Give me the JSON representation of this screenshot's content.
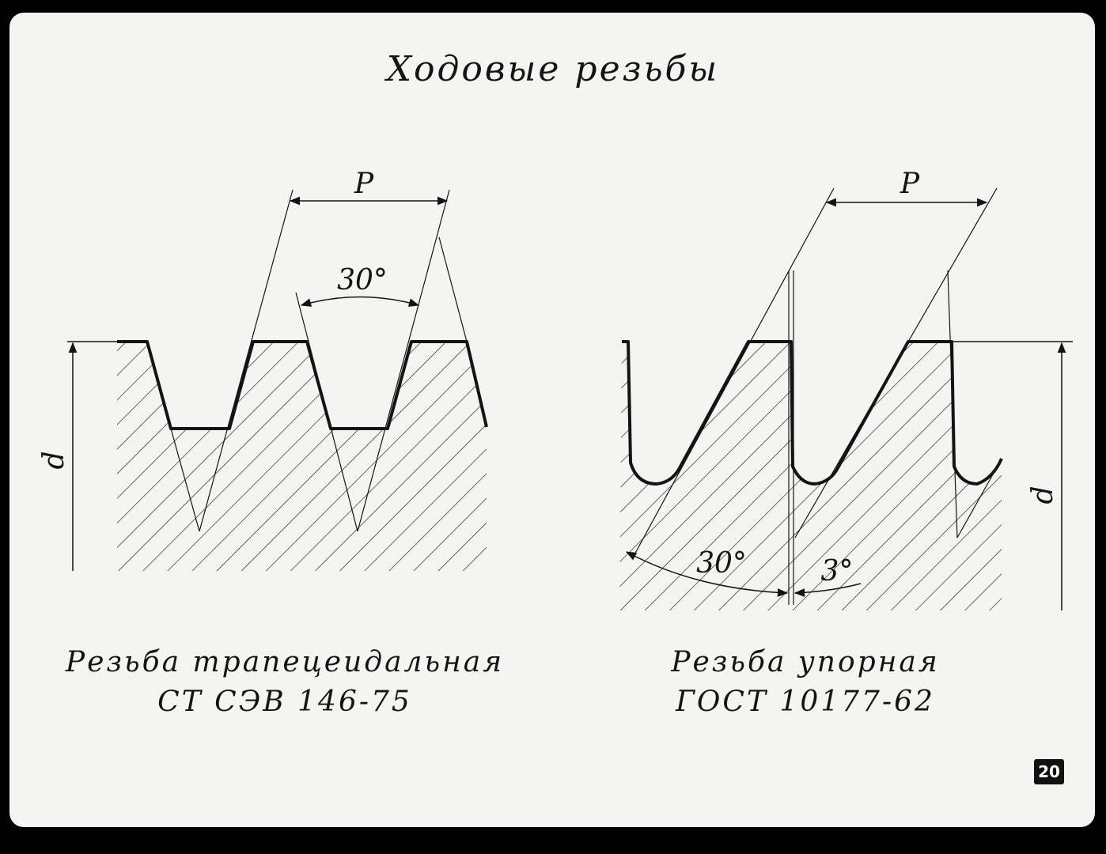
{
  "title": "Ходовые резьбы",
  "left_diagram": {
    "pitch_label": "P",
    "angle_label": "30°",
    "diameter_label": "d",
    "caption_line1": "Резьба трапецеидальная",
    "caption_line2": "СТ СЭВ 146-75"
  },
  "right_diagram": {
    "pitch_label": "P",
    "angle_label_1": "30°",
    "angle_label_2": "3°",
    "diameter_label": "d",
    "caption_line1": "Резьба упорная",
    "caption_line2": "ГОСТ 10177-62"
  },
  "page_number": "20"
}
